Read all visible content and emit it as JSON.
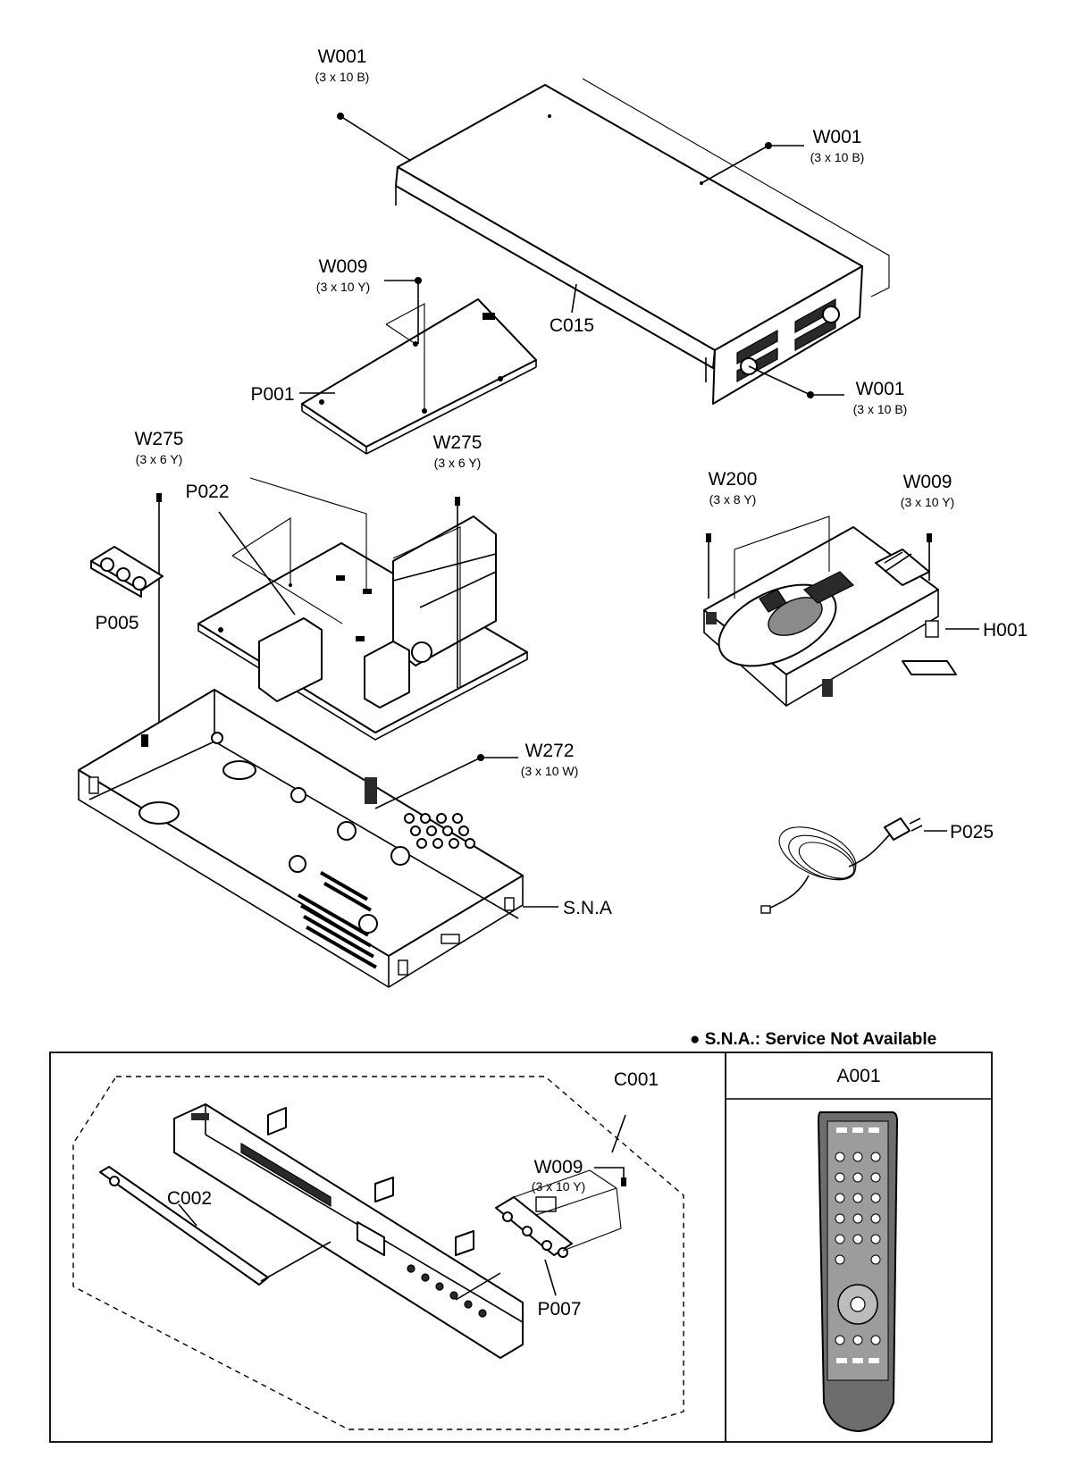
{
  "labels": {
    "w001_top": {
      "code": "W001",
      "spec": "(3 x 10 B)"
    },
    "w001_right": {
      "code": "W001",
      "spec": "(3 x 10 B)"
    },
    "w001_bottom": {
      "code": "W001",
      "spec": "(3 x 10 B)"
    },
    "c015": {
      "code": "C015"
    },
    "w009_board": {
      "code": "W009",
      "spec": "(3 x 10 Y)"
    },
    "p001": {
      "code": "P001"
    },
    "w275_left": {
      "code": "W275",
      "spec": "(3 x 6 Y)"
    },
    "w275_right": {
      "code": "W275",
      "spec": "(3 x 6 Y)"
    },
    "p022": {
      "code": "P022"
    },
    "p005": {
      "code": "P005"
    },
    "w200": {
      "code": "W200",
      "spec": "(3 x 8 Y)"
    },
    "w009_deck": {
      "code": "W009",
      "spec": "(3 x 10 Y)"
    },
    "h001": {
      "code": "H001"
    },
    "w272": {
      "code": "W272",
      "spec": "(3 x 10 W)"
    },
    "p025": {
      "code": "P025"
    },
    "sna": {
      "code": "S.N.A"
    },
    "c001": {
      "code": "C001"
    },
    "c002": {
      "code": "C002"
    },
    "w009_front": {
      "code": "W009",
      "spec": "(3 x 10 Y)"
    },
    "p007": {
      "code": "P007"
    },
    "a001": {
      "code": "A001"
    }
  },
  "note": "● S.N.A.: Service Not Available",
  "icons": [
    "screw-icon",
    "power-cord-icon",
    "remote-control-icon"
  ]
}
